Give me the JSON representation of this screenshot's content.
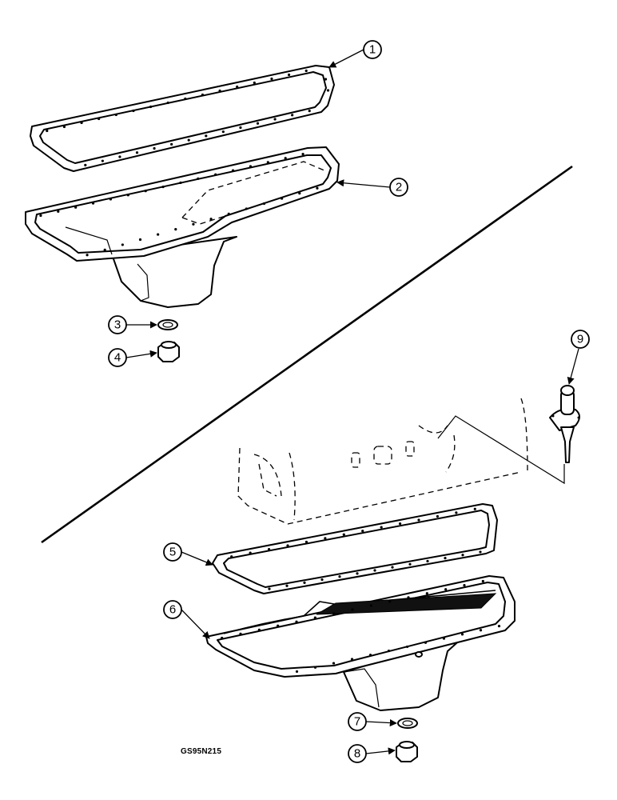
{
  "figure_code": "GS95N215",
  "callouts": [
    {
      "number": "1",
      "part": "gasket"
    },
    {
      "number": "2",
      "part": "oil-pan"
    },
    {
      "number": "3",
      "part": "sealing-washer"
    },
    {
      "number": "4",
      "part": "drain-plug"
    },
    {
      "number": "5",
      "part": "gasket"
    },
    {
      "number": "6",
      "part": "oil-pan"
    },
    {
      "number": "7",
      "part": "sealing-washer"
    },
    {
      "number": "8",
      "part": "drain-plug"
    },
    {
      "number": "9",
      "part": "dipstick"
    }
  ]
}
